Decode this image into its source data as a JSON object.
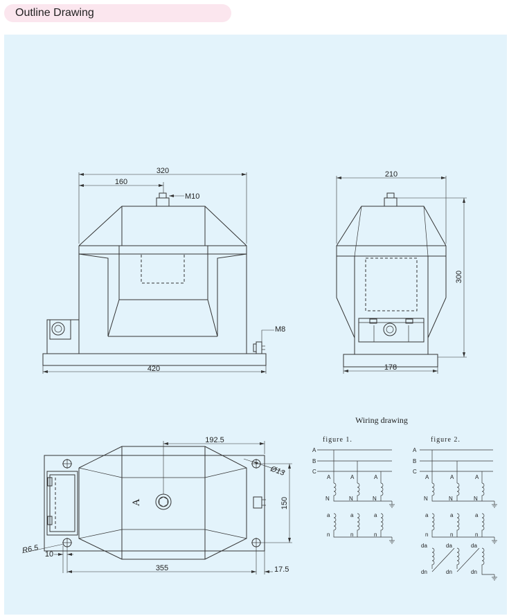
{
  "header": {
    "title": "Outline Drawing"
  },
  "front_view": {
    "dim_total_width": "320",
    "dim_half_width": "160",
    "dim_base_width": "420",
    "thread_top": "M10",
    "thread_side": "M8"
  },
  "side_view": {
    "dim_width": "210",
    "dim_base_width": "178",
    "dim_height": "300"
  },
  "plan_view": {
    "dim_offset": "192.5",
    "dim_hole_spacing_w": "355",
    "dim_hole_spacing_h": "150",
    "dim_left_edge": "10",
    "dim_right_edge": "17.5",
    "radius": "R6.5",
    "hole_dia": "Ø13",
    "marking": "A"
  },
  "wiring": {
    "title": "Wiring drawing",
    "figure1": "figure 1.",
    "figure2": "figure 2.",
    "phases": [
      "A",
      "B",
      "C"
    ],
    "primary": [
      "A",
      "N"
    ],
    "secondary": [
      "a",
      "n"
    ],
    "residual": [
      "da",
      "dn"
    ]
  }
}
